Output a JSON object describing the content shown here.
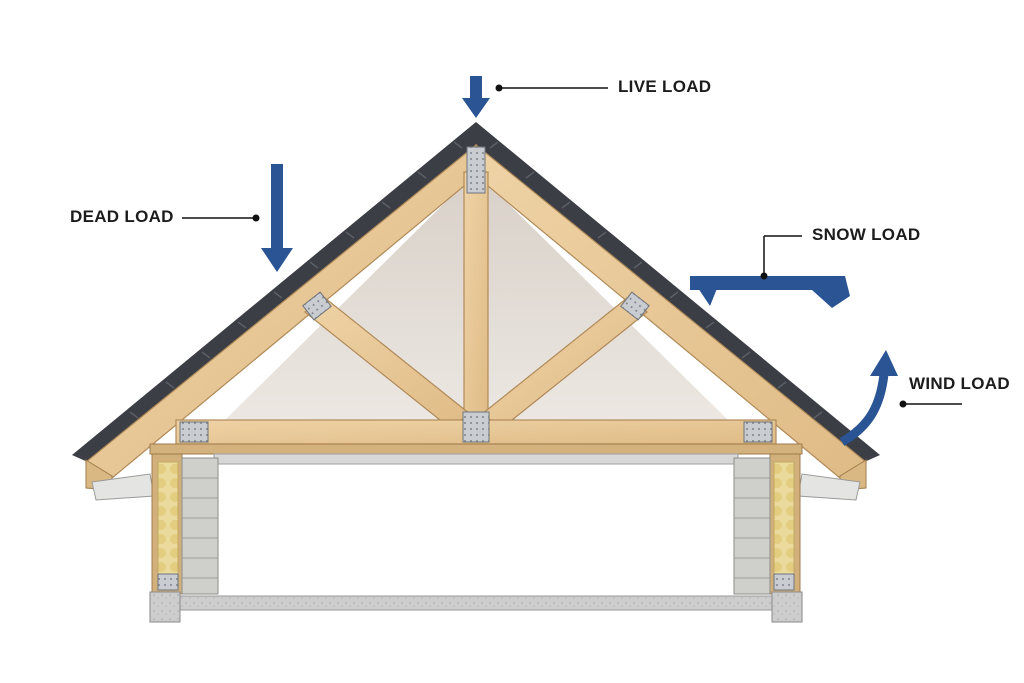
{
  "labels": {
    "live": "LIVE LOAD",
    "dead": "DEAD LOAD",
    "snow": "SNOW LOAD",
    "wind": "WIND LOAD"
  },
  "colors": {
    "arrow": "#2a5494",
    "wood": "#e8c89a",
    "wood_edge": "#b08a58",
    "shingle": "#3b3e44",
    "plate": "#c4c8cc",
    "insulation": "#e7d591",
    "siding": "#c8c8c4",
    "wall_interior": "#e6e0da",
    "concrete": "#c9c9c9"
  },
  "icons": [
    "down-arrow-icon",
    "side-arrow-icon",
    "curved-arrow-icon",
    "gusset-plate-icon"
  ]
}
